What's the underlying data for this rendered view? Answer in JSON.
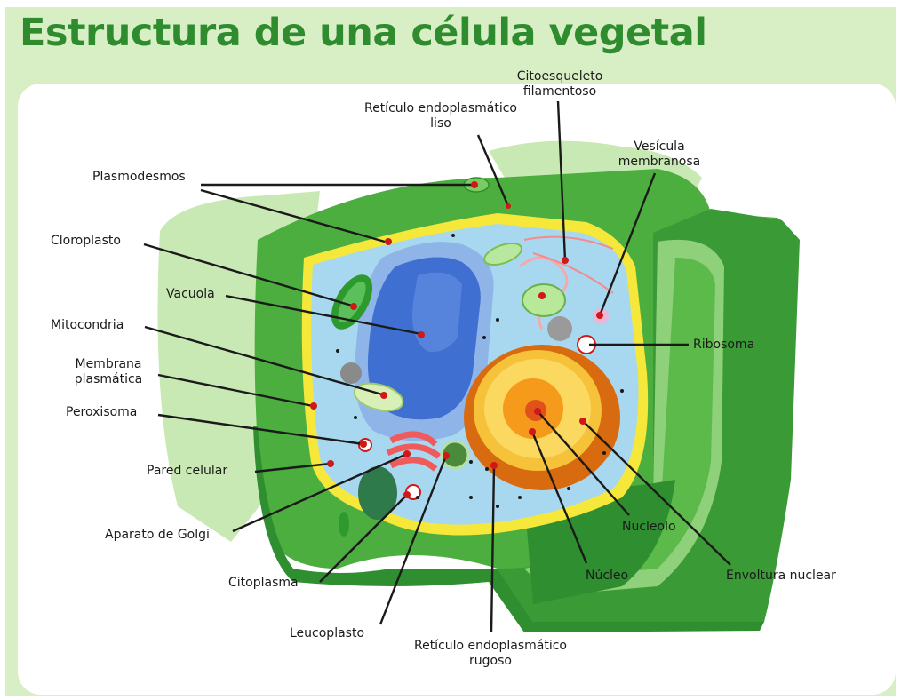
{
  "title": "Estructura de una célula vegetal",
  "labels": {
    "plasmodesmos": "Plasmodesmos",
    "cloroplasto": "Cloroplasto",
    "vacuola": "Vacuola",
    "mitocondria": "Mitocondria",
    "membrana_plasmatica": "Membrana plasmática",
    "peroxisoma": "Peroxisoma",
    "pared_celular": "Pared celular",
    "aparato_golgi": "Aparato de Golgi",
    "citoplasma": "Citoplasma",
    "leucoplasto": "Leucoplasto",
    "reticulo_rugoso": "Retículo endoplasmático rugoso",
    "reticulo_liso": "Retículo endoplasmático liso",
    "citoesqueleto": "Citoesqueleto filamentoso",
    "vesicula": "Vesícula membranosa",
    "ribosoma": "Ribosoma",
    "nucleolo": "Nucleolo",
    "nucleo": "Núcleo",
    "envoltura_nuclear": "Envoltura nuclear"
  },
  "label_lines": {
    "membrana_plasmatica": [
      "Membrana",
      "plasmática"
    ],
    "reticulo_rugoso": [
      "Retículo endoplasmático",
      "rugoso"
    ],
    "reticulo_liso": [
      "Retículo endoplasmático",
      "liso"
    ],
    "citoesqueleto": [
      "Citoesqueleto",
      "filamentoso"
    ],
    "vesicula": [
      "Vesícula",
      "membranosa"
    ]
  },
  "colors": {
    "title": "#2e8b2e",
    "wall": "#4cae3e",
    "wall_dark": "#2f8f30",
    "wall_light": "#8fd07a",
    "membrane": "#f5e83a",
    "cytoplasm": "#a8d8f0",
    "vacuole": "#3f6fd0",
    "nucleus": "#f59a1a",
    "marker": "#d01818"
  }
}
